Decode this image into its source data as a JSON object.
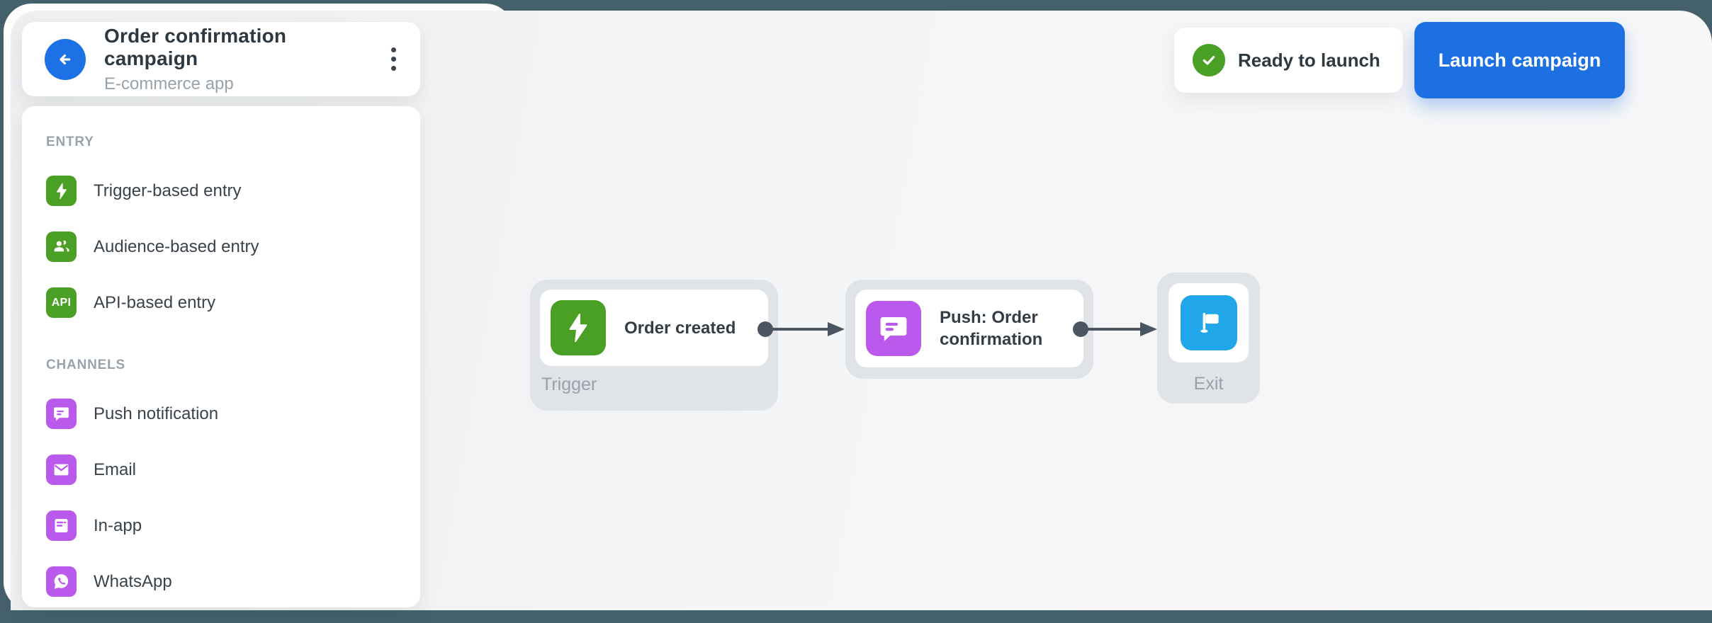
{
  "header": {
    "title": "Order confirmation campaign",
    "subtitle": "E-commerce app"
  },
  "topbar": {
    "status_label": "Ready to launch",
    "launch_label": "Launch campaign"
  },
  "sidebar": {
    "sections": [
      {
        "title": "ENTRY",
        "items": [
          {
            "label": "Trigger-based entry",
            "icon": "lightning-icon",
            "color": "#49A024"
          },
          {
            "label": "Audience-based entry",
            "icon": "audience-icon",
            "color": "#49A024"
          },
          {
            "label": "API-based entry",
            "icon": "api-icon",
            "color": "#49A024",
            "icon_text": "API"
          }
        ]
      },
      {
        "title": "CHANNELS",
        "items": [
          {
            "label": "Push notification",
            "icon": "chat-bubble-icon",
            "color": "#BA5AEC"
          },
          {
            "label": "Email",
            "icon": "envelope-icon",
            "color": "#BA5AEC"
          },
          {
            "label": "In-app",
            "icon": "in-app-icon",
            "color": "#BA5AEC"
          },
          {
            "label": "WhatsApp",
            "icon": "whatsapp-icon",
            "color": "#BA5AEC"
          }
        ]
      }
    ]
  },
  "flow": {
    "nodes": [
      {
        "id": "trigger",
        "title": "Order created",
        "label": "Trigger",
        "icon": "lightning-icon",
        "color": "#49A024"
      },
      {
        "id": "push",
        "title": "Push: Order confirmation",
        "icon": "chat-bubble-icon",
        "color": "#BA5AEC"
      },
      {
        "id": "exit",
        "label": "Exit",
        "icon": "flag-icon",
        "color": "#20A6E9"
      }
    ],
    "edges": [
      {
        "from": "trigger",
        "to": "push"
      },
      {
        "from": "push",
        "to": "exit"
      }
    ]
  },
  "colors": {
    "accent_blue": "#1C70E2",
    "entry_green": "#49A024",
    "channel_purple": "#BA5AEC",
    "exit_blue": "#20A6E9",
    "frame_dark": "#44606B",
    "canvas_gray": "#EFF1F2",
    "node_shell_gray": "#E0E4E9",
    "arrow_gray": "#4B5561"
  }
}
